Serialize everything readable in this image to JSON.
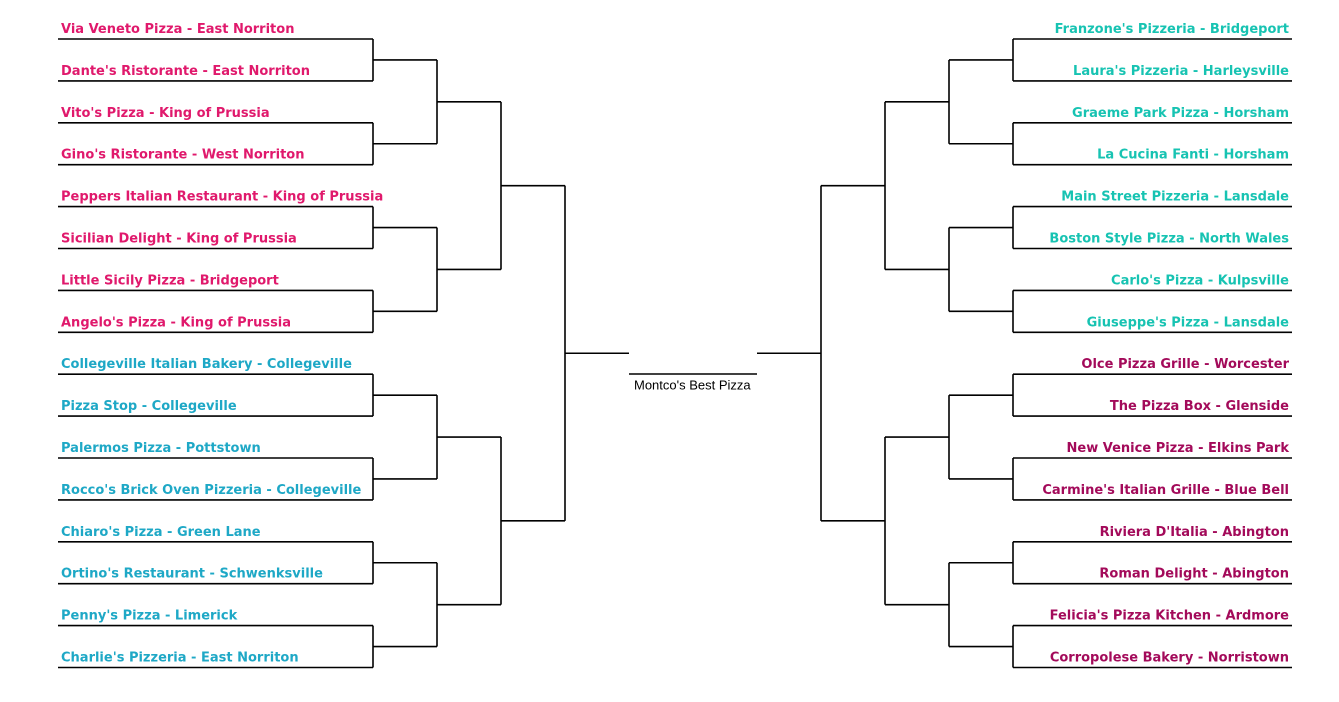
{
  "title": "Montco's Best Pizza",
  "colors": {
    "pink": "#e0196c",
    "blue": "#1ea8c6",
    "teal": "#17c3b2",
    "maroon": "#a30a5a",
    "line": "#000000"
  },
  "left_teams": [
    {
      "name": "Via Veneto Pizza - East Norriton",
      "color": "pink"
    },
    {
      "name": "Dante's Ristorante - East Norriton",
      "color": "pink"
    },
    {
      "name": "Vito's Pizza - King of Prussia",
      "color": "pink"
    },
    {
      "name": "Gino's Ristorante - West Norriton",
      "color": "pink"
    },
    {
      "name": "Peppers Italian Restaurant - King of Prussia",
      "color": "pink"
    },
    {
      "name": "Sicilian Delight - King of Prussia",
      "color": "pink"
    },
    {
      "name": "Little Sicily Pizza - Bridgeport",
      "color": "pink"
    },
    {
      "name": "Angelo's Pizza - King of Prussia",
      "color": "pink"
    },
    {
      "name": "Collegeville Italian Bakery - Collegeville",
      "color": "blue"
    },
    {
      "name": "Pizza Stop - Collegeville",
      "color": "blue"
    },
    {
      "name": "Palermos Pizza - Pottstown",
      "color": "blue"
    },
    {
      "name": "Rocco's Brick Oven Pizzeria  - Collegeville",
      "color": "blue"
    },
    {
      "name": "Chiaro's Pizza - Green Lane",
      "color": "blue"
    },
    {
      "name": "Ortino's Restaurant - Schwenksville",
      "color": "blue"
    },
    {
      "name": "Penny's Pizza - Limerick",
      "color": "blue"
    },
    {
      "name": "Charlie's Pizzeria - East Norriton",
      "color": "blue"
    }
  ],
  "right_teams": [
    {
      "name": "Franzone's Pizzeria - Bridgeport",
      "color": "teal"
    },
    {
      "name": "Laura's Pizzeria - Harleysville",
      "color": "teal"
    },
    {
      "name": "Graeme Park Pizza - Horsham",
      "color": "teal"
    },
    {
      "name": "La Cucina Fanti - Horsham",
      "color": "teal"
    },
    {
      "name": "Main Street Pizzeria - Lansdale",
      "color": "teal"
    },
    {
      "name": "Boston Style Pizza - North Wales",
      "color": "teal"
    },
    {
      "name": "Carlo's Pizza - Kulpsville",
      "color": "teal"
    },
    {
      "name": "Giuseppe's Pizza - Lansdale",
      "color": "teal"
    },
    {
      "name": "Olce Pizza Grille - Worcester",
      "color": "maroon"
    },
    {
      "name": "The Pizza Box - Glenside",
      "color": "maroon"
    },
    {
      "name": "New Venice Pizza - Elkins Park",
      "color": "maroon"
    },
    {
      "name": "Carmine's Italian Grille - Blue Bell",
      "color": "maroon"
    },
    {
      "name": "Riviera D'Italia - Abington",
      "color": "maroon"
    },
    {
      "name": "Roman Delight - Abington",
      "color": "maroon"
    },
    {
      "name": "Felicia's Pizza Kitchen - Ardmore",
      "color": "maroon"
    },
    {
      "name": "Corropolese Bakery - Norristown",
      "color": "maroon"
    }
  ]
}
